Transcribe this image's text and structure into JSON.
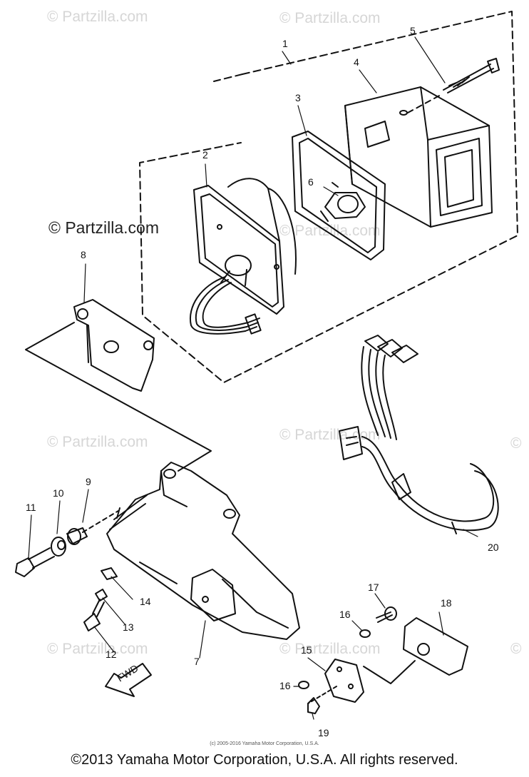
{
  "watermark": {
    "text": "© Partzilla.com",
    "positions_count": 10
  },
  "parts": [
    {
      "id": "1"
    },
    {
      "id": "2"
    },
    {
      "id": "3"
    },
    {
      "id": "4"
    },
    {
      "id": "5"
    },
    {
      "id": "6"
    },
    {
      "id": "7"
    },
    {
      "id": "8"
    },
    {
      "id": "9"
    },
    {
      "id": "10"
    },
    {
      "id": "11"
    },
    {
      "id": "12"
    },
    {
      "id": "13"
    },
    {
      "id": "14"
    },
    {
      "id": "15"
    },
    {
      "id": "16"
    },
    {
      "id": "16"
    },
    {
      "id": "17"
    },
    {
      "id": "18"
    },
    {
      "id": "19"
    },
    {
      "id": "20"
    }
  ],
  "fwd_arrow_label": "FWD",
  "small_copyright": "(c) 2005-2016 Yamaha Motor Corporation, U.S.A.",
  "footer": "©2013 Yamaha Motor Corporation, U.S.A. All rights reserved."
}
